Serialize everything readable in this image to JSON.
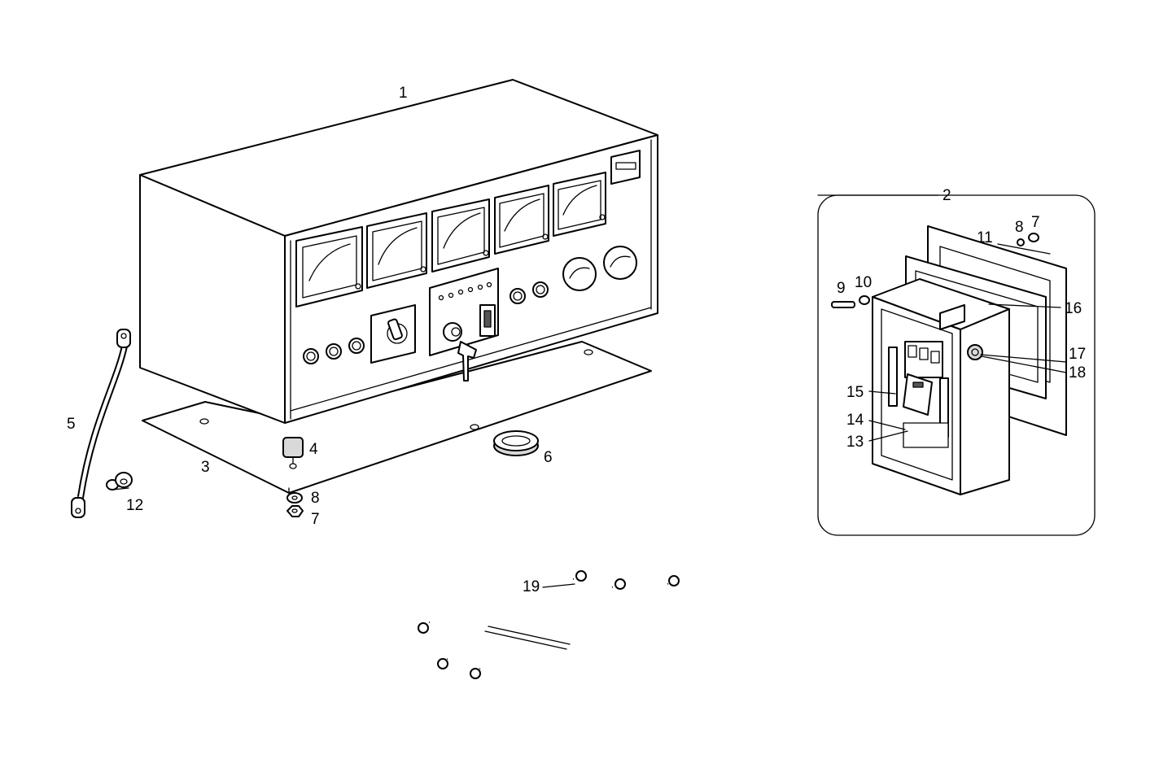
{
  "callouts": {
    "c1": "1",
    "c2": "2",
    "c3": "3",
    "c4": "4",
    "c5": "5",
    "c6": "6",
    "c7a": "7",
    "c7b": "7",
    "c8a": "8",
    "c8b": "8",
    "c9": "9",
    "c10": "10",
    "c11": "11",
    "c12": "12",
    "c13": "13",
    "c14": "14",
    "c15": "15",
    "c16": "16",
    "c17": "17",
    "c18": "18",
    "c19": "19"
  }
}
